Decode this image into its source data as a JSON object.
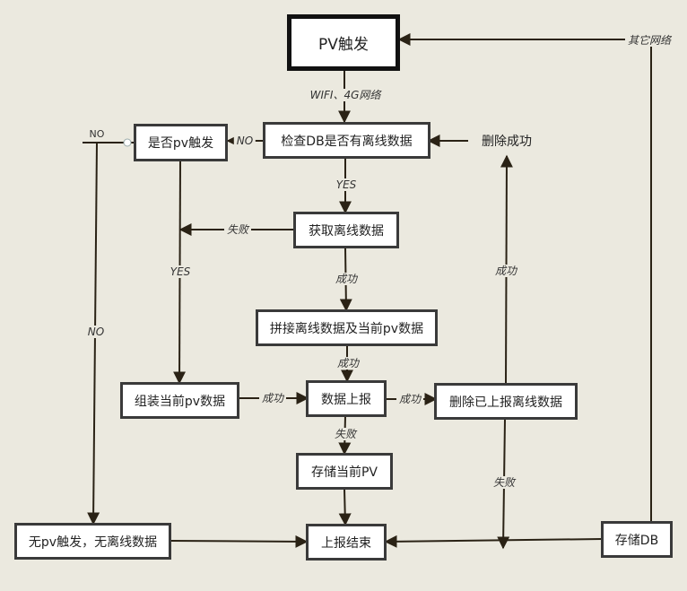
{
  "nodes": {
    "pv_trigger": "PV触发",
    "check_db": "检查DB是否有离线数据",
    "delete_success": "删除成功",
    "is_pv_trigger": "是否pv触发",
    "get_offline": "获取离线数据",
    "concat_data": "拼接离线数据及当前pv数据",
    "assemble_pv": "组装当前pv数据",
    "report": "数据上报",
    "delete_reported": "删除已上报离线数据",
    "store_pv": "存储当前PV",
    "no_trigger": "无pv触发，无离线数据",
    "report_end": "上报结束",
    "store_db": "存储DB"
  },
  "edge_labels": {
    "other_network": "其它网络",
    "wifi_4g": "WIFI、4G网络",
    "no_check": "NO",
    "no_top": "NO",
    "yes_check": "YES",
    "fail_get": "失败",
    "yes_pv": "YES",
    "success_get": "成功",
    "success_delete": "成功",
    "no_left": "NO",
    "success_concat": "成功",
    "success_assemble": "成功",
    "success_report": "成功",
    "fail_report": "失败",
    "fail_delete": "失败"
  },
  "colors": {
    "background": "#ebe9df",
    "line": "#2a2215",
    "node_border": "#3a3a3a"
  }
}
